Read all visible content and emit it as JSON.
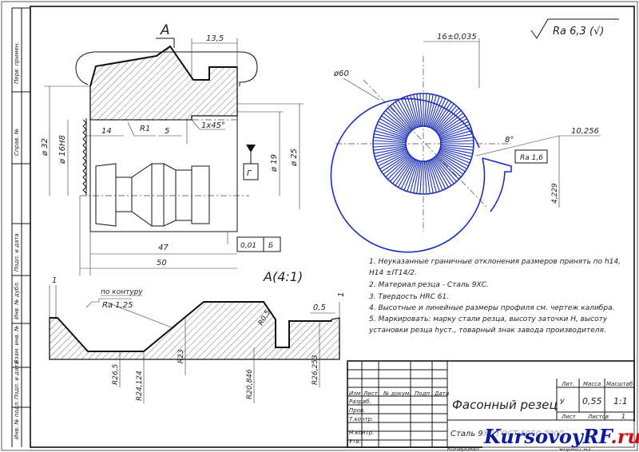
{
  "surface_finish": {
    "value": "Ra 6,3 (√)"
  },
  "side_labels": [
    "Инв. № подл.",
    "Подп. и дата",
    "Взам. инв. №",
    "Инв. № дубл.",
    "Подп. и дата",
    "Перв. примен.",
    "Справ. №"
  ],
  "main_view": {
    "section_letter": "A",
    "dims": {
      "top_width": "13,5",
      "dia_32": "ø 32",
      "dia_16": "ø 16H8",
      "len_14": "14",
      "r1": "R1",
      "len_5": "5",
      "chamfer": "1x45°",
      "dia_19": "ø 19",
      "dia_25": "ø 25",
      "len_47": "47",
      "len_50": "50",
      "datum_g": "Г",
      "tolerance_val": "0,01",
      "tolerance_datum": "Б"
    }
  },
  "side_view": {
    "dia_60": "ø60",
    "top_dim": "16±0,035",
    "angle": "8°",
    "dim_10256": "10,256",
    "ra_16": "Ra 1,6",
    "dim_4229": "4,229"
  },
  "detail_view": {
    "title": "A(4:1)",
    "dim_1_left": "1",
    "contour_note": "по контуру",
    "ra_125": "Ra 1,25",
    "r05": "R0,5",
    "dim_05": "0,5",
    "dim_1_right": "1",
    "radii": [
      "R26,5",
      "R24,124",
      "R23",
      "R20,846",
      "R26,253"
    ]
  },
  "notes": [
    "1. Неуказанные граничные отклонения размеров принять по h14,",
    "H14 ±IT14/2.",
    "2. Материал резца - Сталь 9ХС.",
    "3. Твердость HRC 61.",
    "4. Высотные и линейные размеры профиля см. чертеж калибра.",
    "5. Маркировать: марку стали резца, высоту заточки H, высоту",
    "установки резца hуст., товарный знак завода производителя."
  ],
  "title_block": {
    "part_name": "Фасонный резец",
    "material": "Сталь 9ХС ГОСТ 5950-2000",
    "col_headers": [
      "Изм",
      "Лист",
      "№ докум.",
      "Подп.",
      "Дата"
    ],
    "row_labels": [
      "Разраб.",
      "Пров.",
      "Т.контр.",
      "Н.контр.",
      "Утв."
    ],
    "lit_label": "Лит.",
    "mass_label": "Масса",
    "scale_label": "Масштаб",
    "lit_value": "У",
    "mass_value": "0,55",
    "scale_value": "1:1",
    "sheet_label": "Лист",
    "sheets_label": "Листов",
    "sheets_value": "1",
    "copied": "Копировал",
    "format": "Формат   А3"
  },
  "watermark": {
    "main": "KursovoyRF",
    "suffix": ".ru"
  }
}
